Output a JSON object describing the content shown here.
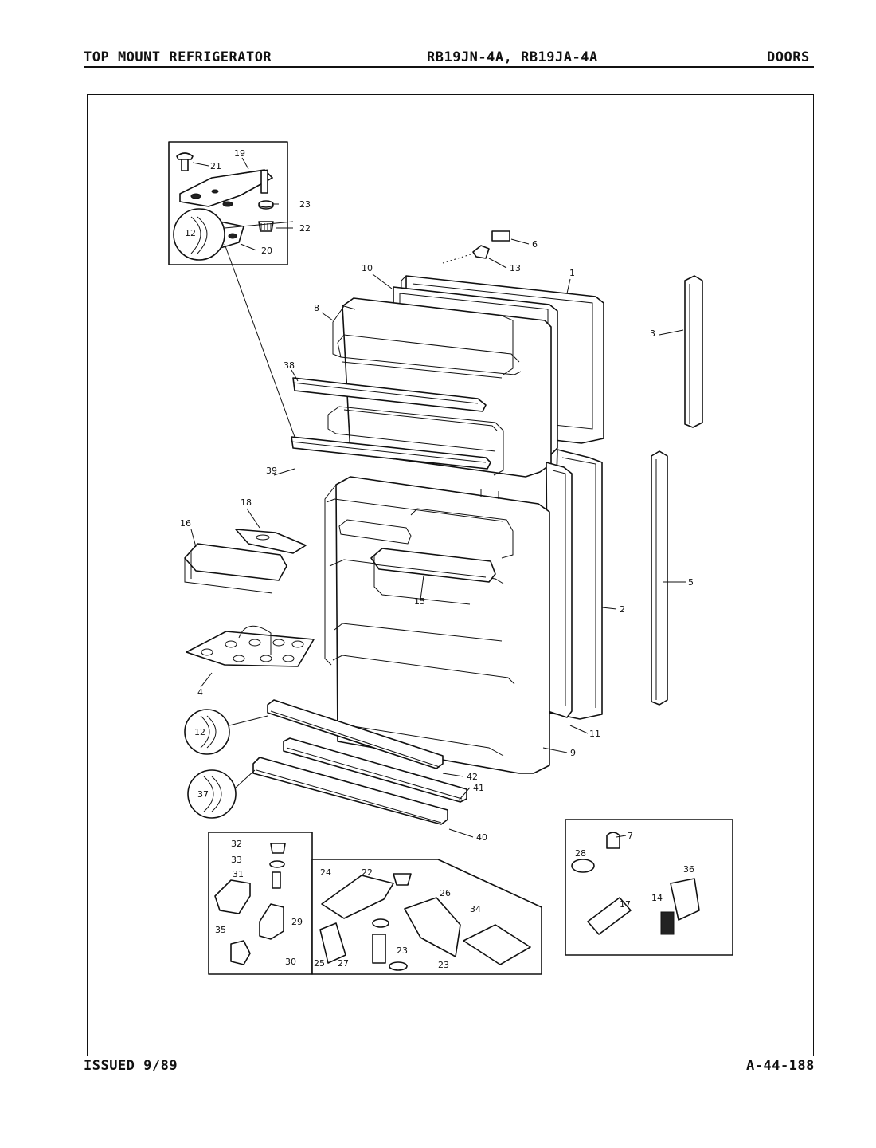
{
  "header": {
    "title": "TOP MOUNT REFRIGERATOR",
    "models": "RB19JN-4A, RB19JA-4A",
    "section": "DOORS"
  },
  "footer": {
    "issued": "ISSUED 9/89",
    "page_code": "A-44-188"
  },
  "callouts": [
    "1",
    "2",
    "3",
    "4",
    "5",
    "6",
    "7",
    "8",
    "9",
    "10",
    "11",
    "12",
    "12",
    "13",
    "14",
    "15",
    "16",
    "17",
    "18",
    "19",
    "20",
    "21",
    "22",
    "22",
    "23",
    "23",
    "23",
    "24",
    "25",
    "26",
    "27",
    "28",
    "29",
    "30",
    "31",
    "32",
    "33",
    "34",
    "35",
    "36",
    "37",
    "38",
    "39",
    "40",
    "41",
    "42"
  ]
}
